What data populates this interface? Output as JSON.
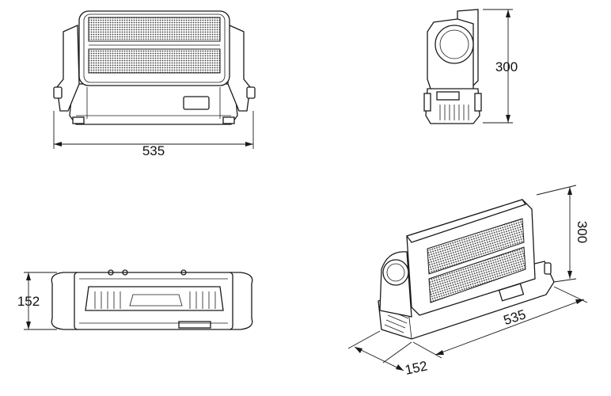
{
  "front_view": {
    "width_label": "535"
  },
  "side_view": {
    "height_label": "300"
  },
  "top_view": {
    "depth_label": "152"
  },
  "iso_view": {
    "height_label": "300",
    "width_label": "535",
    "depth_label": "152"
  }
}
